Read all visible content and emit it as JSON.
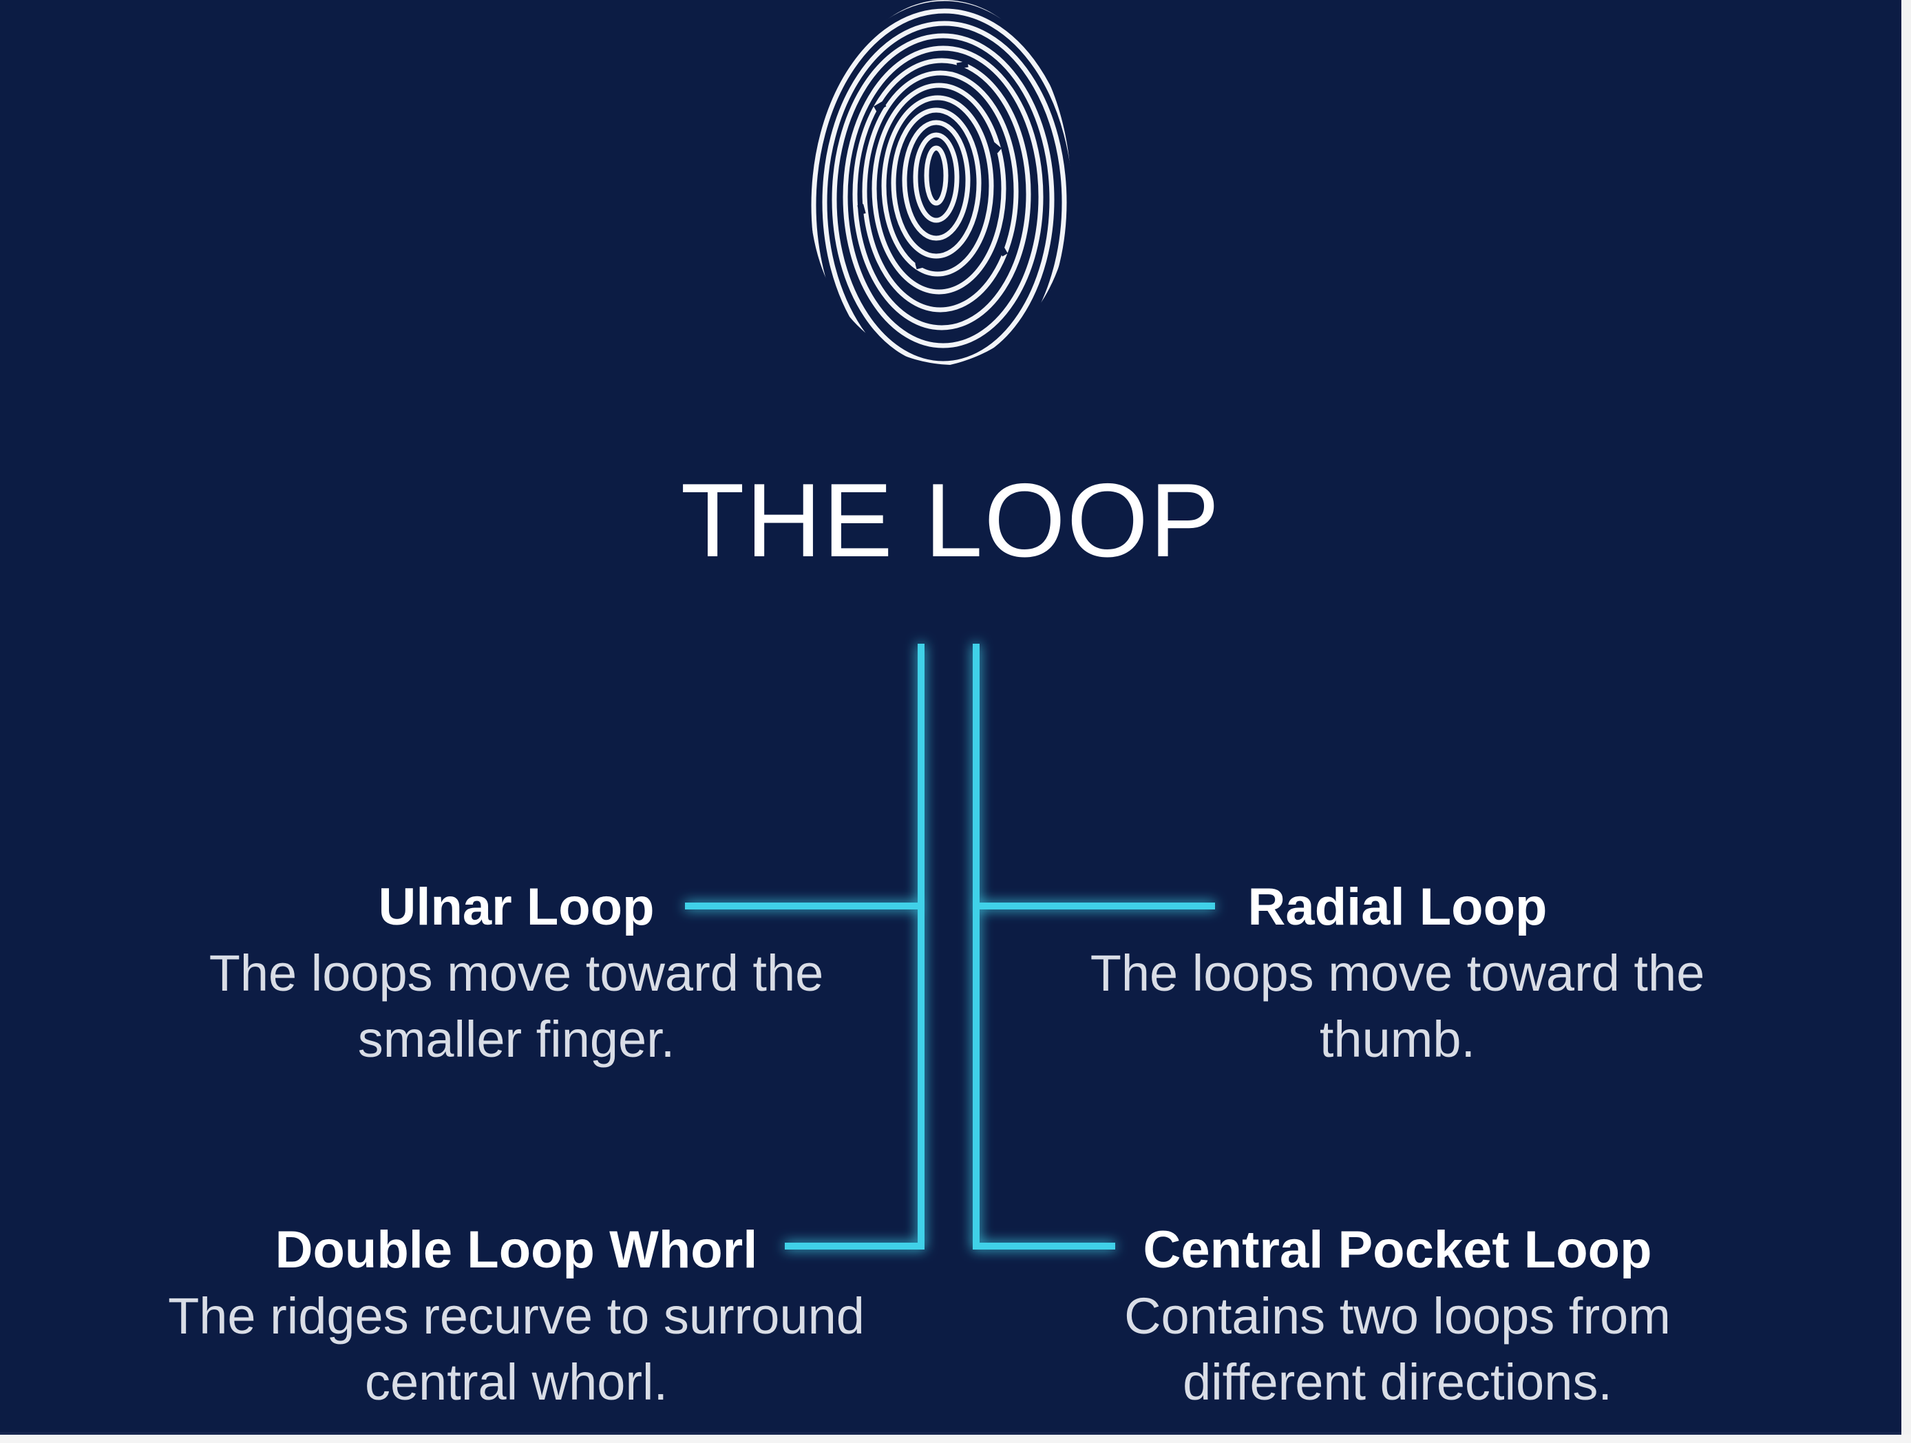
{
  "title": "THE LOOP",
  "accent_color": "#3fd1e8",
  "background_color": "#0c1c44",
  "icon": "fingerprint-icon",
  "nodes": {
    "ulnar": {
      "heading": "Ulnar Loop",
      "description": "The loops move toward the smaller finger."
    },
    "radial": {
      "heading": "Radial Loop",
      "description": "The loops move toward the thumb."
    },
    "double": {
      "heading": "Double Loop Whorl",
      "description": "The ridges recurve to surround central whorl."
    },
    "central": {
      "heading": "Central Pocket Loop",
      "description": "Contains two loops from different directions."
    }
  }
}
